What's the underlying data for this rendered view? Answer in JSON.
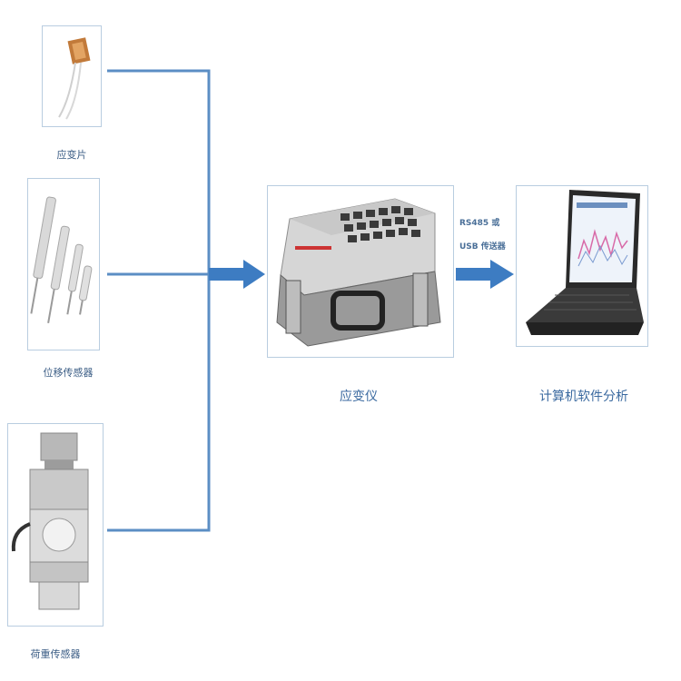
{
  "sensors": {
    "strain_gauge": {
      "label": "应变片"
    },
    "displacement": {
      "label": "位移传感器"
    },
    "load_cell": {
      "label": "荷重传感器"
    }
  },
  "instrument": {
    "label": "应变仪"
  },
  "computer": {
    "label": "计算机软件分析"
  },
  "connection": {
    "line1": "RS485 或",
    "line2": "USB 传送器"
  },
  "colors": {
    "line": "#5b8ec4",
    "arrow": "#3d7cc2",
    "frame": "#b9cde0"
  }
}
